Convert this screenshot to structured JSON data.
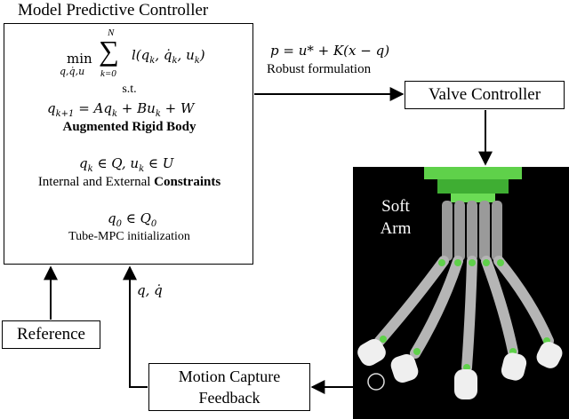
{
  "mpc": {
    "title": "Model Predictive Controller",
    "objective_line": "min  Σ l(q_k, q̇_k, u_k)",
    "objective_sub": "q,q̇,u",
    "objective_sum_top": "N",
    "objective_sum_bot": "k=0",
    "st": "s.t.",
    "dynamics": "q_{k+1} = Aq_k + Bu_k + W",
    "dynamics_label": "Augmented Rigid Body",
    "constraints": "q_k ∈ Q, u_k ∈ U",
    "constraints_label_plain": "Internal and External",
    "constraints_label_bold": "Constraints",
    "init": "q_0 ∈ Q_0",
    "init_label": "Tube-MPC initialization"
  },
  "robust": {
    "equation": "p = u* + K(x − q)",
    "label": "Robust formulation"
  },
  "valve": {
    "label": "Valve Controller"
  },
  "reference": {
    "label": "Reference"
  },
  "feedback_signal": "q, q̇",
  "mocap": {
    "line1": "Motion Capture",
    "line2": "Feedback"
  },
  "soft_arm": {
    "line1": "Soft",
    "line2": "Arm"
  }
}
